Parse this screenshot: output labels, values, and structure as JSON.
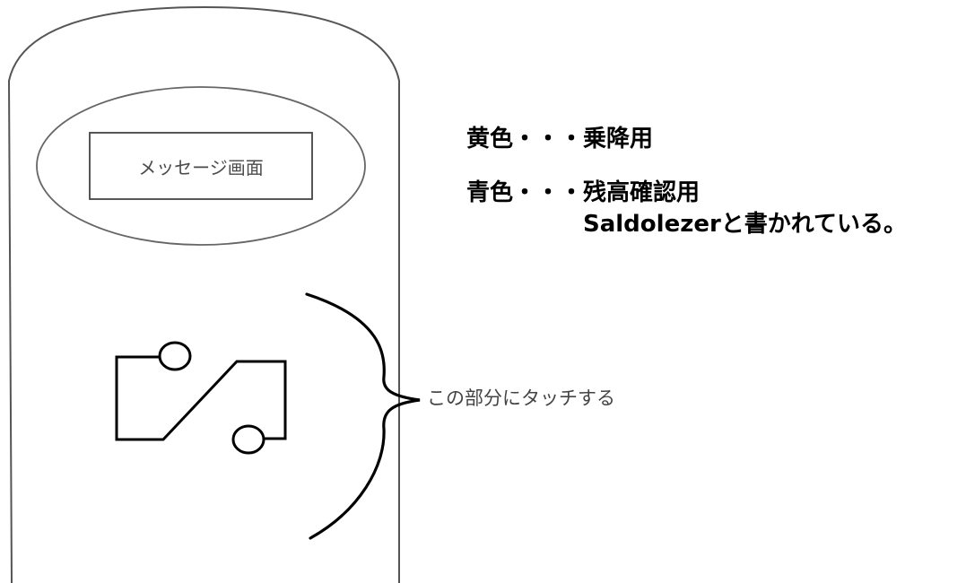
{
  "device": {
    "screen_label": "メッセージ画面",
    "touch_label": "この部分にタッチする"
  },
  "legend": {
    "yellow": "黄色・・・乗降用",
    "blue": "青色・・・残高確認用",
    "blue_note": "Saldolezerと書かれている。"
  },
  "colors": {
    "line": "#000000",
    "outline": "#555555",
    "text": "#444444"
  },
  "icons": {
    "touch_mark": "contactless-symbol-icon"
  }
}
